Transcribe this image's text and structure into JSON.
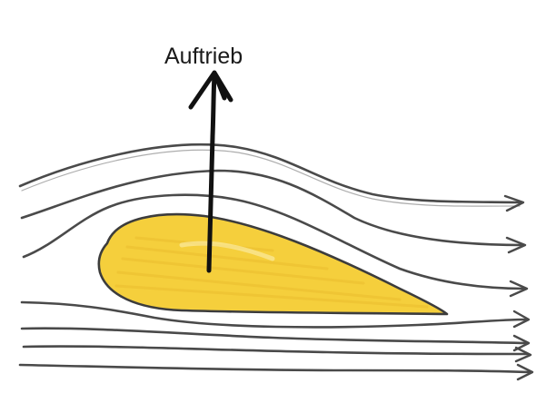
{
  "diagram": {
    "lift_label": "Auftrieb",
    "colors": {
      "background": "#ffffff",
      "airfoil_fill": "#f5cf3c",
      "airfoil_outline": "#3c3c3c",
      "streamline": "#4a4a4a",
      "lift_arrow": "#111111"
    },
    "streamline_count": 7,
    "icons": [
      "airfoil-shape",
      "lift-arrow",
      "flow-arrowheads"
    ]
  }
}
